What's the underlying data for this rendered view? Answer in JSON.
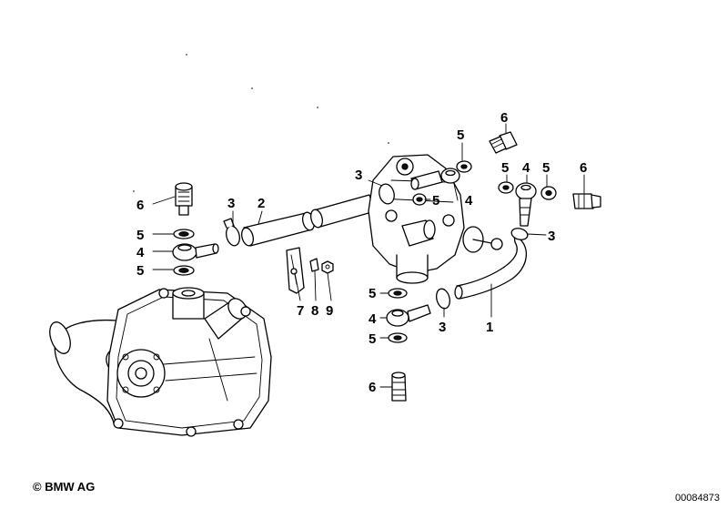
{
  "copyright": "© BMW AG",
  "doc_id": "00084873",
  "callouts": {
    "c1": "1",
    "c2": "2",
    "c3a": "3",
    "c3b": "3",
    "c3c": "3",
    "c3d": "3",
    "c4a": "4",
    "c4b": "4",
    "c4c": "4",
    "c4d": "4",
    "c5a": "5",
    "c5b": "5",
    "c5c": "5",
    "c5d": "5",
    "c5e": "5",
    "c5f": "5",
    "c5g": "5",
    "c5h": "5",
    "c6a": "6",
    "c6b": "6",
    "c6c": "6",
    "c6d": "6",
    "c7": "7",
    "c8": "8",
    "c9": "9"
  }
}
